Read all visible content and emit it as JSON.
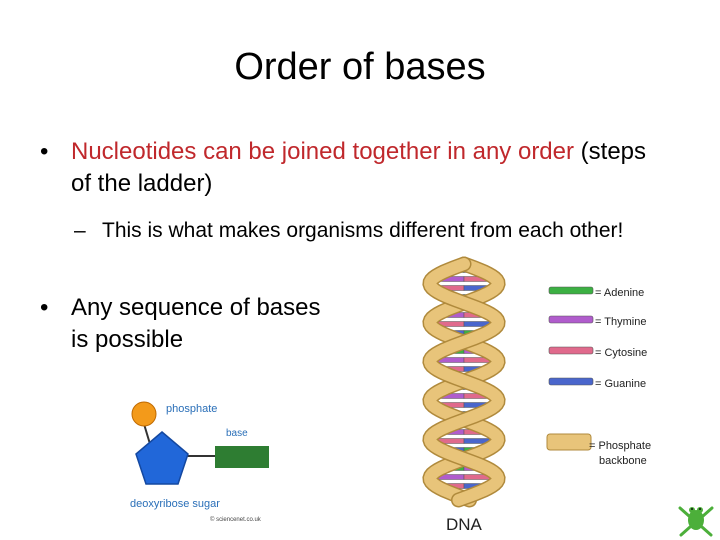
{
  "slide": {
    "title": "Order of bases",
    "bullet1": {
      "red_part": "Nucleotides can be joined together in any order",
      "rest": " (steps of the ladder)"
    },
    "sub_bullet": "This is what makes organisms different from each other!",
    "bullet2": "Any sequence of bases is possible"
  },
  "nucleotide": {
    "phosphate_label": "phosphate",
    "base_label": "base",
    "sugar_label": "deoxyribose sugar",
    "copyright": "© sciencenet.co.uk"
  },
  "dna": {
    "caption": "DNA",
    "legend": [
      {
        "label": "= Adenine",
        "color": "#3cb043"
      },
      {
        "label": "= Thymine",
        "color": "#b05ccc"
      },
      {
        "label": "= Cytosine",
        "color": "#e06a8c"
      },
      {
        "label": "= Guanine",
        "color": "#4a66cc"
      },
      {
        "label": "= Phosphate",
        "label2": "backbone",
        "color": "#e8c47a"
      }
    ]
  },
  "colors": {
    "red_text": "#c0282c",
    "phosphate": "#f39a1a",
    "sugar": "#2167d9",
    "base": "#2e7d32",
    "backbone": "#e8c47a"
  },
  "icons": [
    "frog-icon"
  ]
}
